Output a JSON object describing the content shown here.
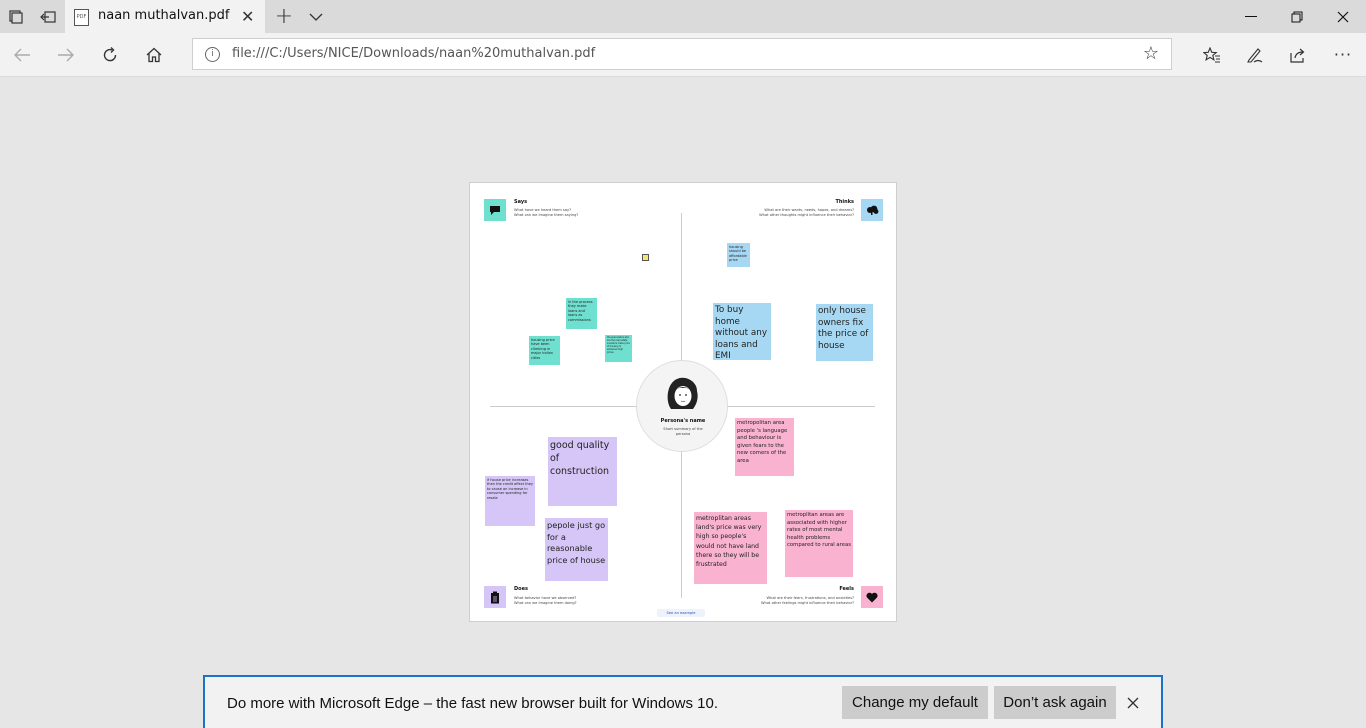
{
  "tab": {
    "title": "naan muthalvan.pdf",
    "pdf_badge": "PDF"
  },
  "address": {
    "url": "file:///C:/Users/NICE/Downloads/naan%20muthalvan.pdf"
  },
  "icons": {
    "tab_actions": "tab-actions-icon",
    "set_aside": "set-aside-tabs-icon",
    "new_tab": "plus-icon",
    "tab_list": "chevron-down-icon",
    "minimize": "minimize-icon",
    "restore": "restore-icon",
    "close": "close-icon",
    "back": "back-arrow-icon",
    "forward": "forward-arrow-icon",
    "refresh": "refresh-icon",
    "home": "home-icon",
    "info": "info-icon",
    "favorite": "star-icon",
    "favorites_hub": "favorites-icon",
    "notes": "pen-icon",
    "share": "share-icon",
    "more": "more-icon"
  },
  "empathy_map": {
    "says": {
      "title": "Says",
      "sub1": "What have we heard them say?",
      "sub2": "What can we imagine them saying?"
    },
    "thinks": {
      "title": "Thinks",
      "sub1": "What are their wants, needs, hopes, and dreams?",
      "sub2": "What other thoughts might influence their behavior?"
    },
    "does": {
      "title": "Does",
      "sub1": "What behavior have we observed?",
      "sub2": "What can we imagine them doing?"
    },
    "feels": {
      "title": "Feels",
      "sub1": "What are their fears, frustrations, and anxieties?",
      "sub2": "What other feelings might influence their behavior?"
    },
    "persona": {
      "name": "Persona's name",
      "summary": "Short summary of the persona"
    },
    "example_link": "See an example",
    "notes": {
      "says_1": "in the process they make loans and loans as commissions",
      "says_2": "housing price have been climbing in major indian cities",
      "says_3": "the speculators who are the real estate investors make price of housing in extensive high prices",
      "thinks_1": "housing should be affordable price",
      "thinks_2": "To buy home without any loans and EMI",
      "thinks_3": "only house owners fix the price of house",
      "does_1": "good quality of  construction",
      "does_2": "if house price increases then the credit affect they to cause an increase in consumer spending for resale",
      "does_3": "pepole just go for a reasonable price of house",
      "feels_1": "metropolitan area people 's language and behaviour is given fears to the new comers of the area",
      "feels_2": "metroplitan areas land's price was very high so people's would not have land there so they will be frustrated",
      "feels_3": "metroplitan areas are associated with higher rates of most mental health problems compared to rural areas"
    }
  },
  "notification": {
    "message": "Do more with Microsoft Edge – the fast new browser built for Windows 10.",
    "change_default": "Change my default",
    "dont_ask": "Don’t ask again"
  },
  "colors": {
    "teal": "#6fe0cf",
    "blue": "#a7d8f3",
    "pink": "#f9b2cf",
    "purple": "#d5c6f7",
    "accent": "#1a73c9"
  }
}
